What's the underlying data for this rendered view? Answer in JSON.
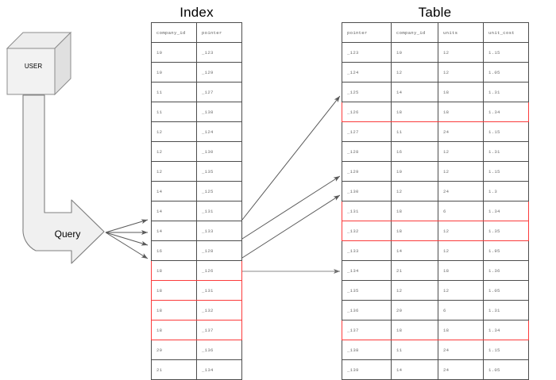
{
  "diagram": {
    "user_box_label": "USER",
    "query_arrow_label": "Query",
    "index_title": "Index",
    "table_title": "Table",
    "highlight_color": "#fb3b3b",
    "shape_fill": "#f0f0f0",
    "shape_stroke": "#808080",
    "connector_color": "#595959"
  },
  "index": {
    "title": "Index",
    "columns": [
      "company_id",
      "pointer"
    ],
    "rows": [
      {
        "company_id": "10",
        "pointer": "_123",
        "highlight": false
      },
      {
        "company_id": "10",
        "pointer": "_129",
        "highlight": false
      },
      {
        "company_id": "11",
        "pointer": "_127",
        "highlight": false
      },
      {
        "company_id": "11",
        "pointer": "_138",
        "highlight": false
      },
      {
        "company_id": "12",
        "pointer": "_124",
        "highlight": false
      },
      {
        "company_id": "12",
        "pointer": "_130",
        "highlight": false
      },
      {
        "company_id": "12",
        "pointer": "_135",
        "highlight": false
      },
      {
        "company_id": "14",
        "pointer": "_125",
        "highlight": false
      },
      {
        "company_id": "14",
        "pointer": "_131",
        "highlight": false
      },
      {
        "company_id": "14",
        "pointer": "_133",
        "highlight": false
      },
      {
        "company_id": "16",
        "pointer": "_128",
        "highlight": false
      },
      {
        "company_id": "18",
        "pointer": "_126",
        "highlight": true
      },
      {
        "company_id": "18",
        "pointer": "_131",
        "highlight": true
      },
      {
        "company_id": "18",
        "pointer": "_132",
        "highlight": true
      },
      {
        "company_id": "18",
        "pointer": "_137",
        "highlight": true
      },
      {
        "company_id": "20",
        "pointer": "_136",
        "highlight": false
      },
      {
        "company_id": "21",
        "pointer": "_134",
        "highlight": false
      }
    ]
  },
  "table": {
    "title": "Table",
    "columns": [
      "pointer",
      "company_id",
      "units",
      "unit_cost"
    ],
    "rows": [
      {
        "pointer": "_123",
        "company_id": "10",
        "units": "12",
        "unit_cost": "1.15",
        "highlight": false
      },
      {
        "pointer": "_124",
        "company_id": "12",
        "units": "12",
        "unit_cost": "1.05",
        "highlight": false
      },
      {
        "pointer": "_125",
        "company_id": "14",
        "units": "18",
        "unit_cost": "1.31",
        "highlight": false
      },
      {
        "pointer": "_126",
        "company_id": "18",
        "units": "18",
        "unit_cost": "1.34",
        "highlight": true
      },
      {
        "pointer": "_127",
        "company_id": "11",
        "units": "24",
        "unit_cost": "1.15",
        "highlight": false
      },
      {
        "pointer": "_128",
        "company_id": "16",
        "units": "12",
        "unit_cost": "1.31",
        "highlight": false
      },
      {
        "pointer": "_129",
        "company_id": "10",
        "units": "12",
        "unit_cost": "1.15",
        "highlight": false
      },
      {
        "pointer": "_130",
        "company_id": "12",
        "units": "24",
        "unit_cost": "1.3",
        "highlight": false
      },
      {
        "pointer": "_131",
        "company_id": "18",
        "units": "6",
        "unit_cost": "1.34",
        "highlight": true
      },
      {
        "pointer": "_132",
        "company_id": "18",
        "units": "12",
        "unit_cost": "1.35",
        "highlight": true
      },
      {
        "pointer": "_133",
        "company_id": "14",
        "units": "12",
        "unit_cost": "1.95",
        "highlight": false
      },
      {
        "pointer": "_134",
        "company_id": "21",
        "units": "18",
        "unit_cost": "1.36",
        "highlight": false
      },
      {
        "pointer": "_135",
        "company_id": "12",
        "units": "12",
        "unit_cost": "1.05",
        "highlight": false
      },
      {
        "pointer": "_136",
        "company_id": "20",
        "units": "6",
        "unit_cost": "1.31",
        "highlight": false
      },
      {
        "pointer": "_137",
        "company_id": "18",
        "units": "18",
        "unit_cost": "1.34",
        "highlight": true
      },
      {
        "pointer": "_138",
        "company_id": "11",
        "units": "24",
        "unit_cost": "1.15",
        "highlight": false
      },
      {
        "pointer": "_139",
        "company_id": "14",
        "units": "24",
        "unit_cost": "1.05",
        "highlight": false
      }
    ]
  }
}
